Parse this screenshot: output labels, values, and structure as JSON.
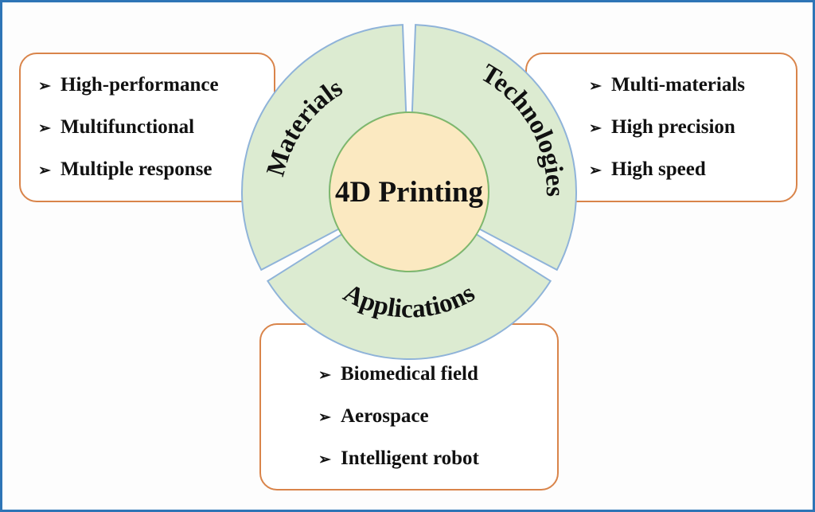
{
  "diagram": {
    "center": "4D Printing",
    "segments": {
      "materials": "Materials",
      "technologies": "Technologies",
      "applications": "Applications"
    },
    "lists": {
      "materials": [
        "High-performance",
        "Multifunctional",
        "Multiple response"
      ],
      "technologies": [
        "Multi-materials",
        "High precision",
        "High speed"
      ],
      "applications": [
        "Biomedical field",
        "Aerospace",
        "Intelligent robot"
      ]
    },
    "bullet_symbol": "➢"
  },
  "colors": {
    "frame_border": "#2e75b6",
    "box_border": "#d9844a",
    "ring_fill": "#dcebd1",
    "ring_stroke": "#8fb3d9",
    "center_fill": "#fbe9c1",
    "center_stroke": "#7fb86b"
  }
}
